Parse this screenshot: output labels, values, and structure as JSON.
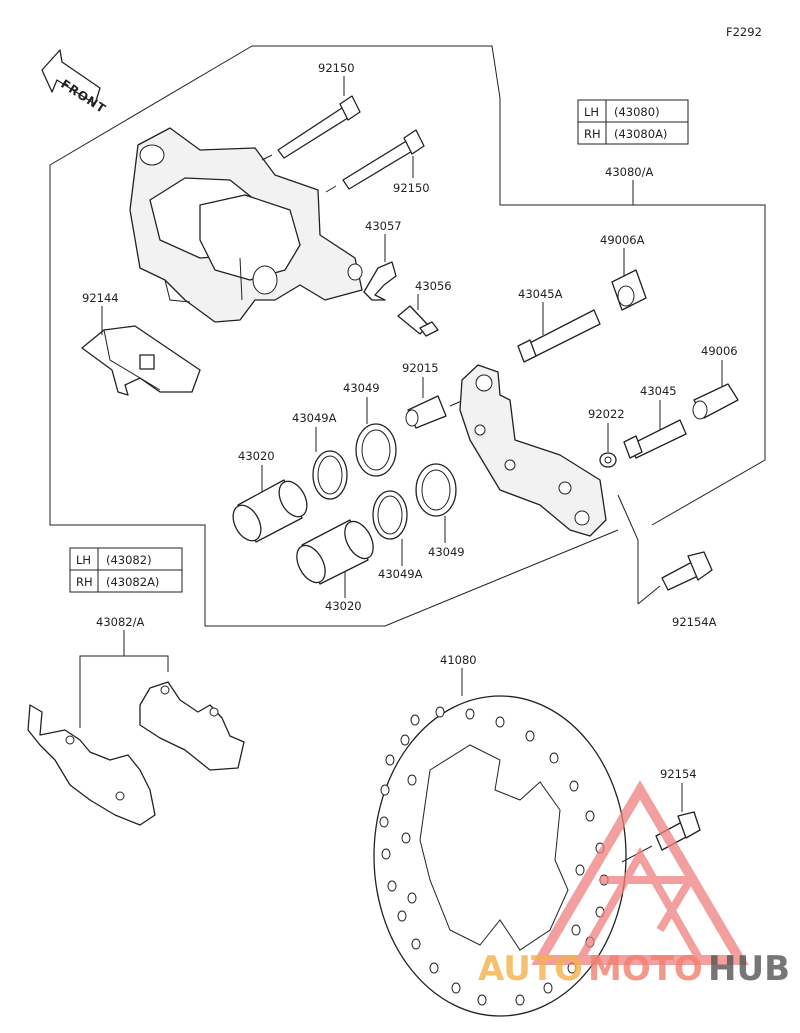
{
  "figure_code": "F2292",
  "front_label": "FRONT",
  "callouts": {
    "pin_a": "92150",
    "pin_b": "92150",
    "pad_spring": "92144",
    "clip": "43057",
    "bleed_valve": "43056",
    "caliper_holder_pin_a": "43045A",
    "caliper_holder_pin": "43045",
    "boot_a": "49006A",
    "boot": "49006",
    "sleeve": "92015",
    "washer": "92022",
    "holder_assy": "43080/A",
    "seal_1": "43049",
    "seal_2": "43049",
    "seal_a_1": "43049A",
    "seal_a_2": "43049A",
    "piston_1": "43020",
    "piston_2": "43020",
    "holder_bolt": "92154A",
    "pad_assy": "43082/A",
    "disc": "41080",
    "disc_bolt": "92154"
  },
  "table_holder": {
    "rows": [
      {
        "side": "LH",
        "part": "(43080)"
      },
      {
        "side": "RH",
        "part": "(43080A)"
      }
    ]
  },
  "table_pads": {
    "rows": [
      {
        "side": "LH",
        "part": "(43082)"
      },
      {
        "side": "RH",
        "part": "(43082A)"
      }
    ]
  },
  "watermark": {
    "word_a": "AUTO",
    "word_b": "MOTO",
    "word_c": "HUB",
    "color_a": "#f5b24a",
    "color_b": "#f08070",
    "color_c": "#555555",
    "triangle_color": "#ef7f7f"
  }
}
